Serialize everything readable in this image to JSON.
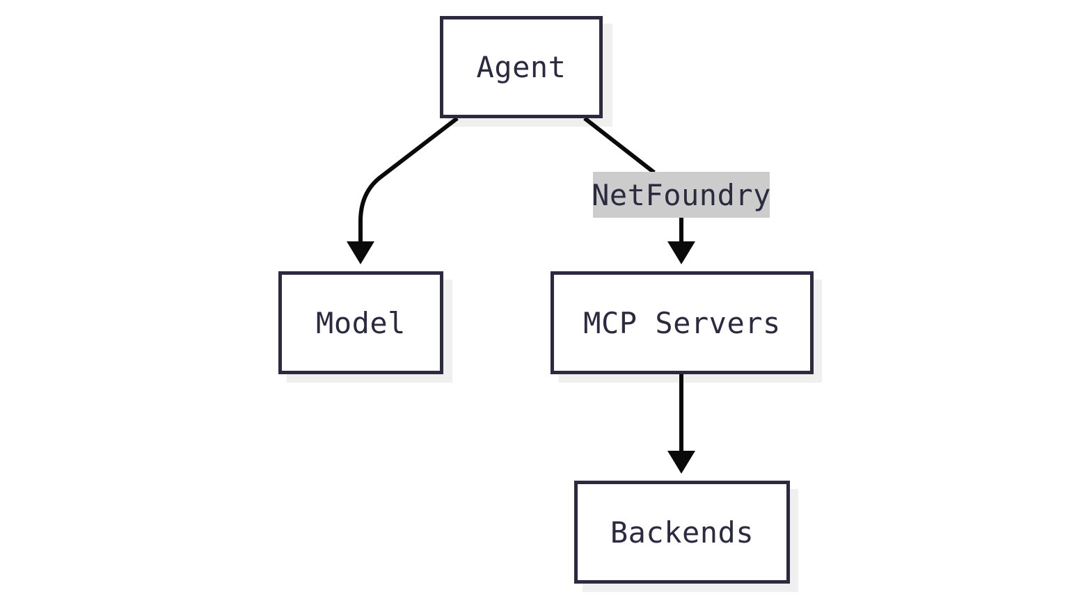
{
  "diagram": {
    "nodes": {
      "agent": "Agent",
      "model": "Model",
      "mcp_servers": "MCP Servers",
      "backends": "Backends"
    },
    "edges": [
      {
        "from": "Agent",
        "to": "Model",
        "label": ""
      },
      {
        "from": "Agent",
        "to": "MCP Servers",
        "label": "NetFoundry"
      },
      {
        "from": "MCP Servers",
        "to": "Backends",
        "label": ""
      }
    ],
    "edge_label": "NetFoundry"
  },
  "colors": {
    "node_border": "#2b2a40",
    "node_text": "#2b2a40",
    "edge_stroke": "#0a0a0a",
    "edge_label_background": "#cccccc",
    "shadow": "#efefef"
  }
}
